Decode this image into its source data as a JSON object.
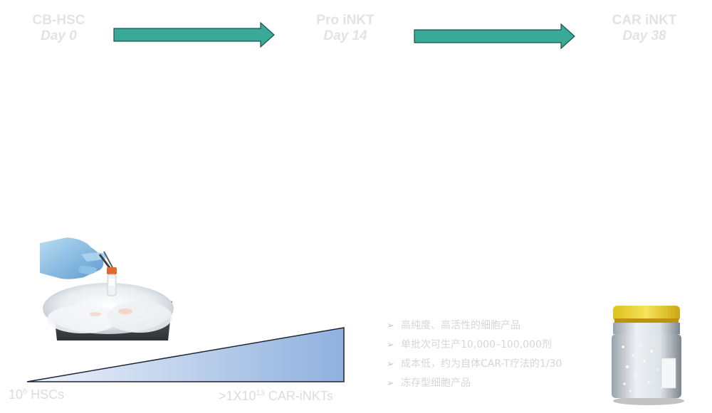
{
  "stages": [
    {
      "name": "CB-HSC",
      "day": "Day 0"
    },
    {
      "name": "Pro iNKT",
      "day": "Day 14"
    },
    {
      "name": "CAR iNKT",
      "day": "Day 38"
    }
  ],
  "colors": {
    "arrow_fill": "#3aaa98",
    "arrow_stroke": "#1f4f4f",
    "wedge_light": "#e6eefa",
    "wedge_dark": "#8fb0de",
    "wedge_stroke": "#1f2433"
  },
  "scale": {
    "start": {
      "base": "10",
      "exp": "6",
      "unit": " HSCs"
    },
    "end": {
      "prefix": ">1X10",
      "exp": "13",
      "unit": " CAR-iNKTs"
    }
  },
  "bullet_marker": "➢",
  "bullets": [
    "高纯度、高活性的细胞产品",
    "单批次可生产10,000–100,000剂",
    "成本低，约为自体CAR-T疗法的1/30",
    "冻存型细胞产品"
  ],
  "images": {
    "left": "gloved-hand-holding-cryovial-over-liquid-nitrogen",
    "right": "cryopreservation-container"
  }
}
